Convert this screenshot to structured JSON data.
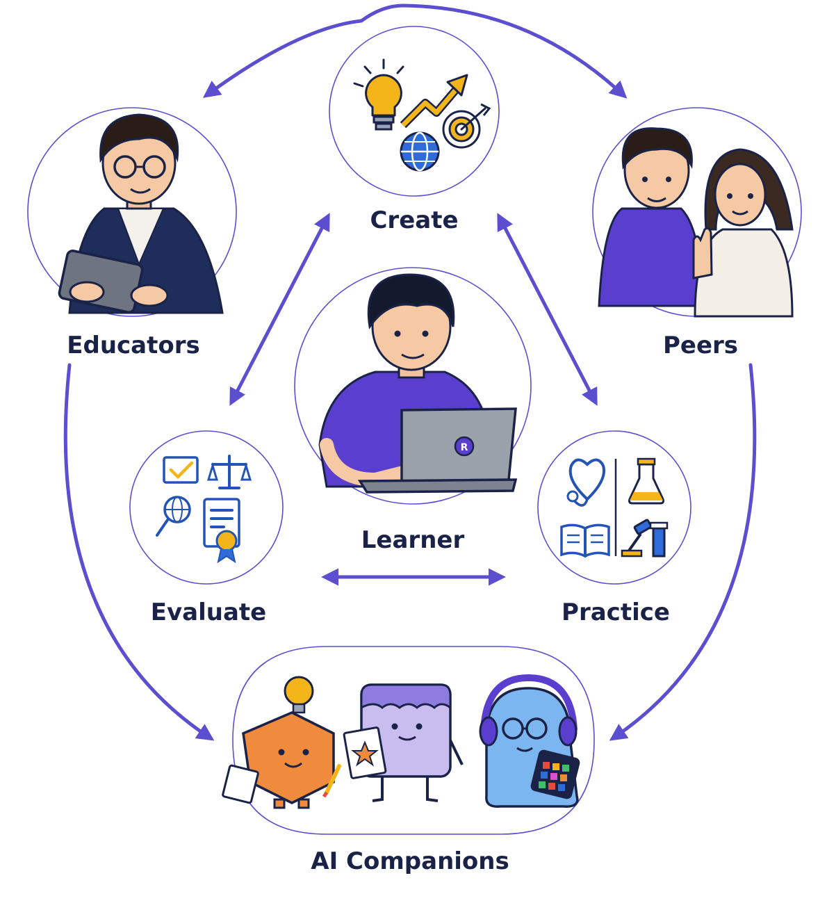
{
  "nodes": {
    "create": "Create",
    "educators": "Educators",
    "peers": "Peers",
    "learner": "Learner",
    "evaluate": "Evaluate",
    "practice": "Practice",
    "ai_companions": "AI Companions"
  },
  "laptop_badge": "R",
  "colors": {
    "accent": "#5b4fd0",
    "label": "#1a2347",
    "icon_blue": "#2f6bd9",
    "icon_yellow": "#f3b51a"
  }
}
